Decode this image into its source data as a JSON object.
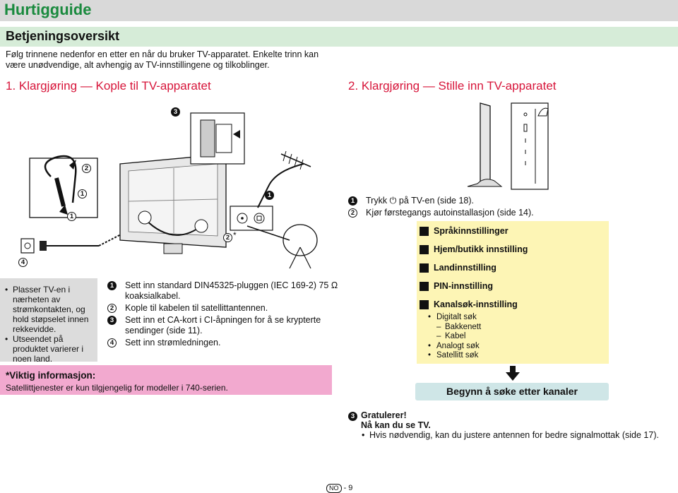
{
  "page": {
    "title": "Hurtigguide",
    "section_title": "Betjeningsoversikt",
    "intro": "Følg trinnene nedenfor en etter en når du bruker TV-apparatet. Enkelte trinn kan være unødvendige, alt avhengig av TV-innstillingene og tilkoblinger.",
    "footer": {
      "country": "NO",
      "page": "- 9"
    }
  },
  "step1": {
    "title": "1. Klargjøring — Kople til TV-apparatet",
    "callouts": [
      "1",
      "2",
      "3",
      "4"
    ],
    "sidebar_bullets": [
      "Plasser TV-en i nærheten av strømkontakten, og hold støpselet innen rekkevidde.",
      "Utseendet på produktet varierer i noen land."
    ],
    "steps": [
      {
        "num": "1",
        "text": "Sett inn standard DIN45325-pluggen (IEC 169-2) 75 Ω koaksialkabel."
      },
      {
        "num": "2",
        "text": "Kople til kabelen til satellittantennen."
      },
      {
        "num": "3",
        "text": "Sett inn et CA-kort i CI-åpningen for å se krypterte sendinger (side 11)."
      },
      {
        "num": "4",
        "text": "Sett inn strømledningen."
      }
    ],
    "asterisk": "*",
    "important": {
      "title": "*Viktig informasjon:",
      "text": "Satellittjenester er kun tilgjengelig for modeller i 740-serien."
    }
  },
  "step2": {
    "title": "2. Klargjøring — Stille inn TV-apparatet",
    "steps": [
      {
        "num": "1",
        "text": "Trykk ⏻ på TV-en (side 18)."
      },
      {
        "num": "2",
        "text": "Kjør førstegangs autoinstallasjon (side 14)."
      }
    ],
    "menu": [
      "Språkinnstillinger",
      "Hjem/butikk innstilling",
      "Landinnstilling",
      "PIN-innstilling",
      "Kanalsøk-innstilling"
    ],
    "search_options": [
      {
        "type": "bullet",
        "text": "Digitalt søk"
      },
      {
        "type": "dash",
        "text": "Bakkenett"
      },
      {
        "type": "dash",
        "text": "Kabel"
      },
      {
        "type": "bullet",
        "text": "Analogt søk"
      },
      {
        "type": "bullet",
        "text": "Satellitt søk"
      }
    ],
    "begin_label": "Begynn å søke etter kanaler",
    "step3": {
      "num": "3",
      "title": "Gratulerer!",
      "subtitle": "Nå kan du se TV.",
      "bullet": "Hvis nødvendig, kan du justere antennen for bedre signalmottak (side 17)."
    }
  },
  "colors": {
    "title_green": "#1a8a3e",
    "step_red": "#d7153a",
    "pink": "#f2a9cf",
    "yellow": "#fdf5b5",
    "teal": "#cfe6e7"
  }
}
